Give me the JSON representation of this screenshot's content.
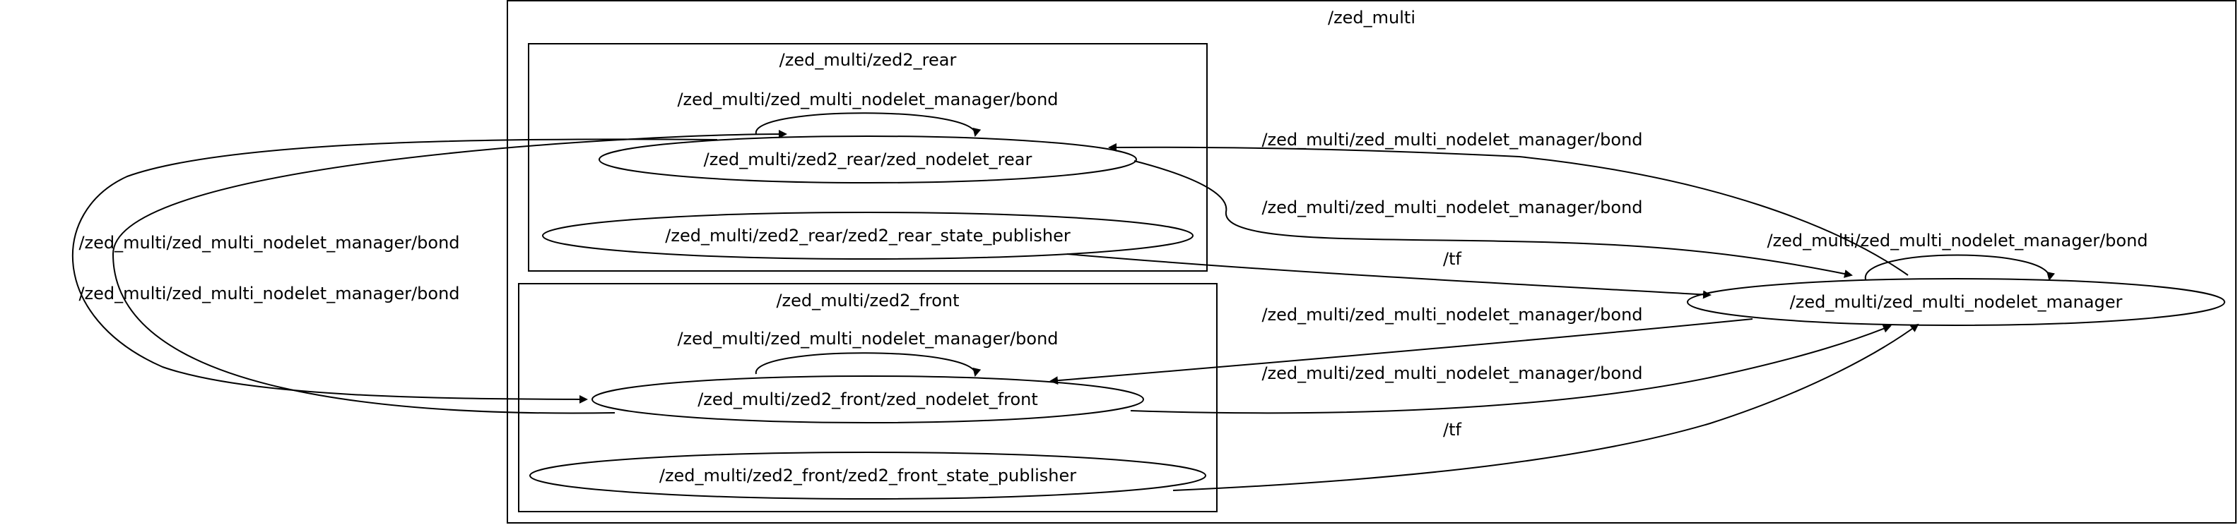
{
  "clusters": {
    "outer": "/zed_multi",
    "rear": "/zed_multi/zed2_rear",
    "front": "/zed_multi/zed2_front"
  },
  "nodes": {
    "rear_nodelet": "/zed_multi/zed2_rear/zed_nodelet_rear",
    "rear_state_pub": "/zed_multi/zed2_rear/zed2_rear_state_publisher",
    "front_nodelet": "/zed_multi/zed2_front/zed_nodelet_front",
    "front_state_pub": "/zed_multi/zed2_front/zed2_front_state_publisher",
    "manager": "/zed_multi/zed_multi_nodelet_manager"
  },
  "edge_labels": {
    "bond": "/zed_multi/zed_multi_nodelet_manager/bond",
    "tf": "/tf"
  }
}
